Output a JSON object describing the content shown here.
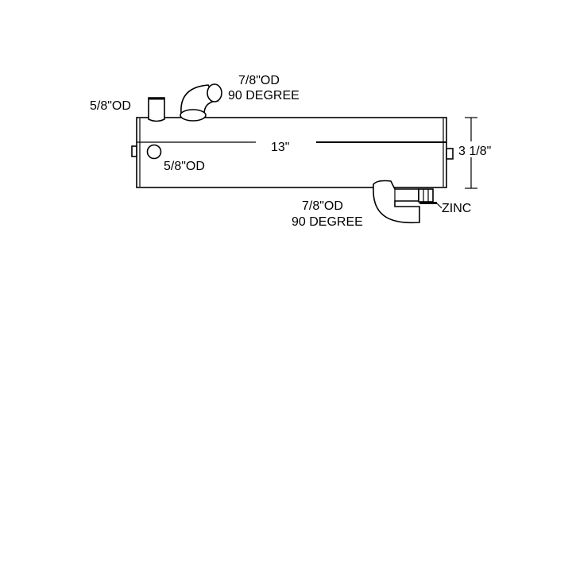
{
  "labels": {
    "inlet_top": "5/8\"OD",
    "elbow_top_line1": "7/8\"OD",
    "elbow_top_line2": "90 DEGREE",
    "length": "13\"",
    "side_port": "5/8\"OD",
    "diameter": "3 1/8\"",
    "elbow_bottom_line1": "7/8\"OD",
    "elbow_bottom_line2": "90 DEGREE",
    "zinc": "ZINC"
  }
}
